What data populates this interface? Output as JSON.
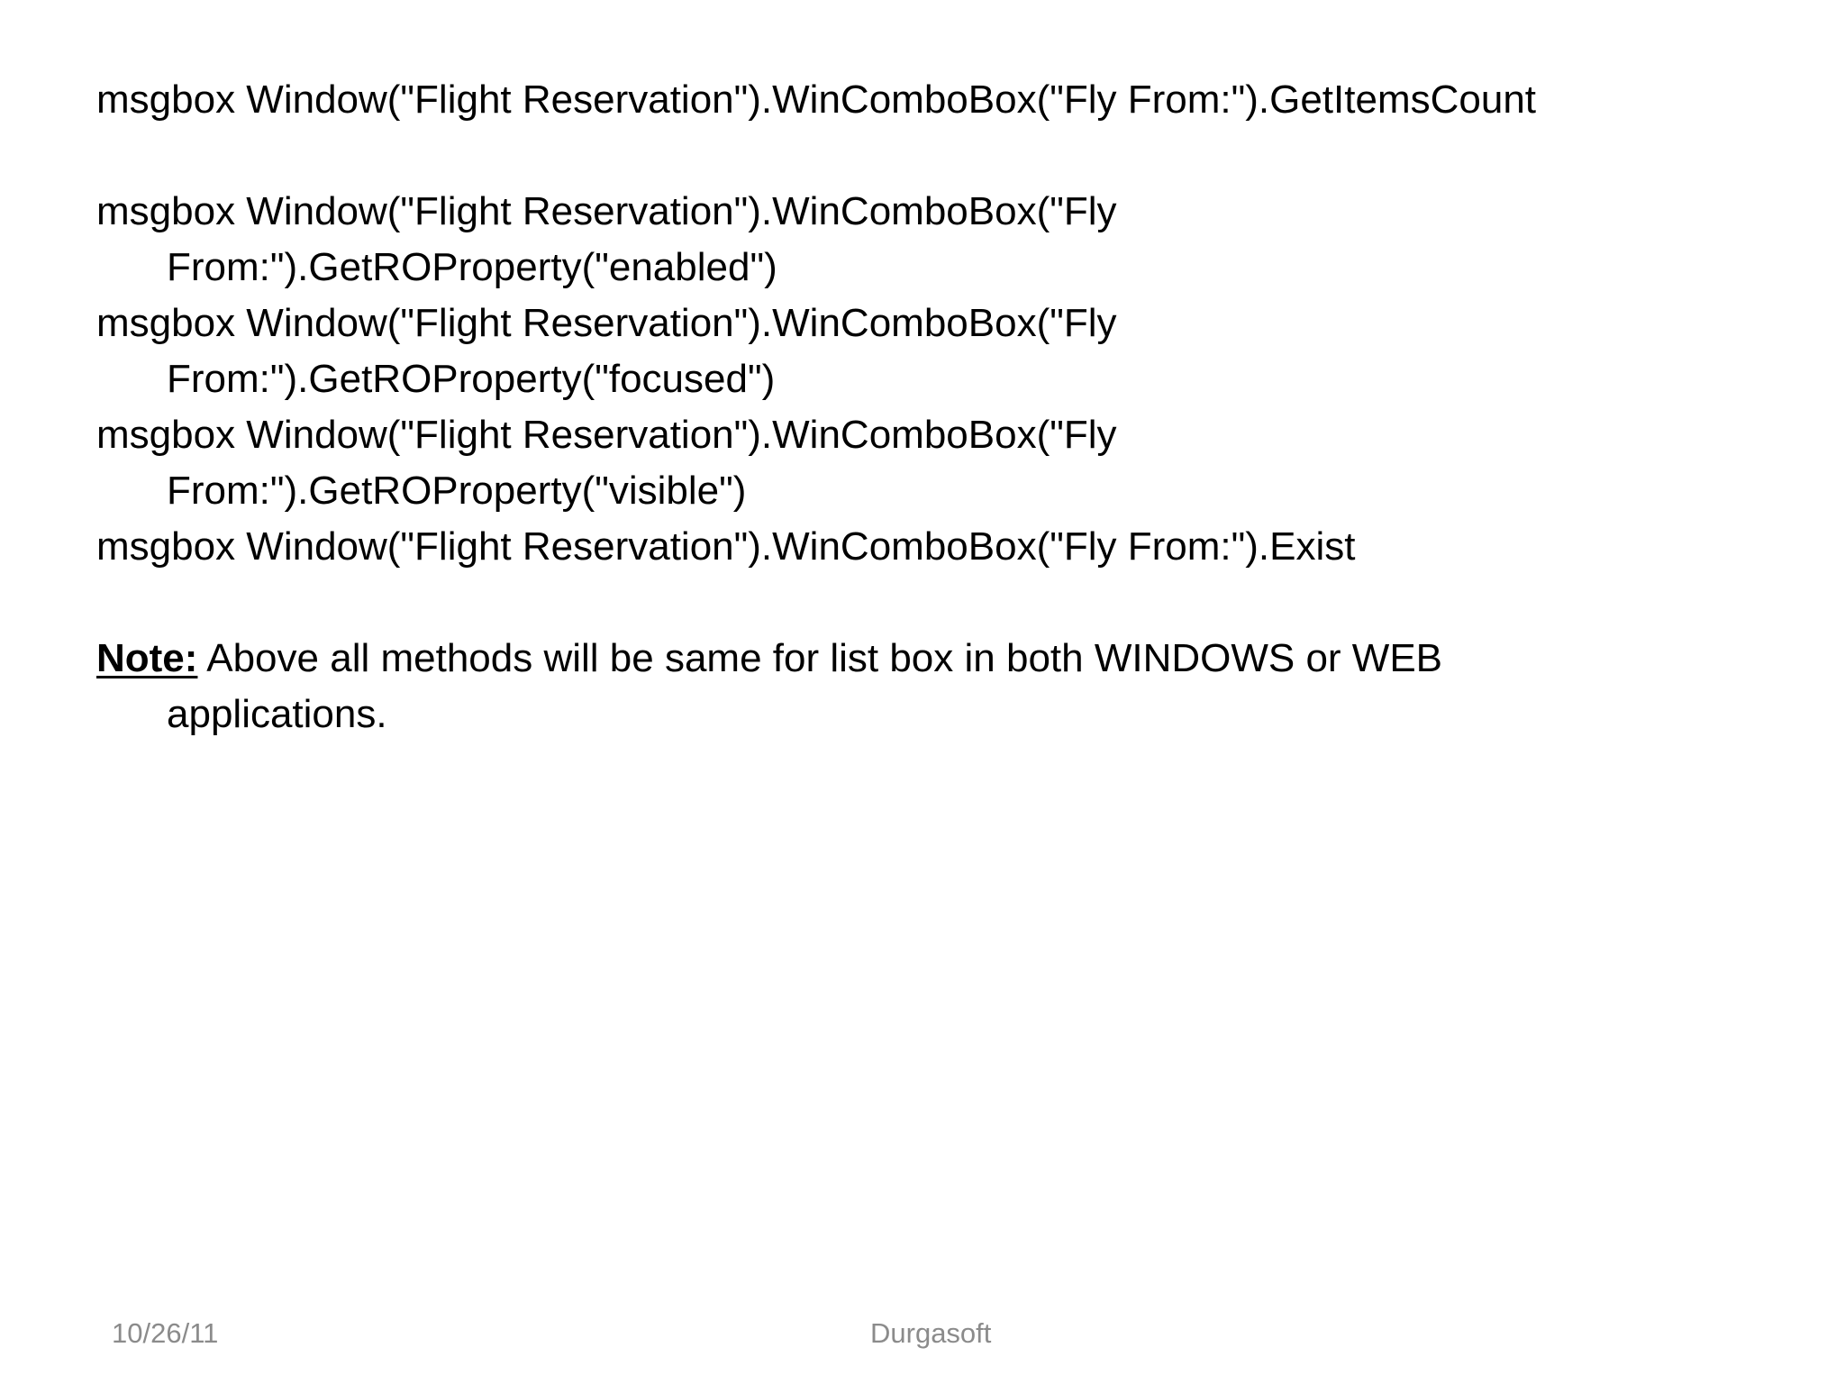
{
  "lines": {
    "line1": "msgbox Window(\"Flight Reservation\").WinComboBox(\"Fly From:\").GetItemsCount",
    "line2a": "msgbox Window(\"Flight Reservation\").WinComboBox(\"Fly",
    "line2b": "From:\").GetROProperty(\"enabled\")",
    "line3a": "msgbox Window(\"Flight Reservation\").WinComboBox(\"Fly",
    "line3b": "From:\").GetROProperty(\"focused\")",
    "line4a": "msgbox Window(\"Flight Reservation\").WinComboBox(\"Fly",
    "line4b": "From:\").GetROProperty(\"visible\")",
    "line5": "msgbox Window(\"Flight Reservation\").WinComboBox(\"Fly From:\").Exist"
  },
  "note": {
    "label": "Note:",
    "text": " Above all methods will be same for list box in both WINDOWS or WEB",
    "text_cont": "applications."
  },
  "footer": {
    "date": "10/26/11",
    "center": "Durgasoft"
  }
}
